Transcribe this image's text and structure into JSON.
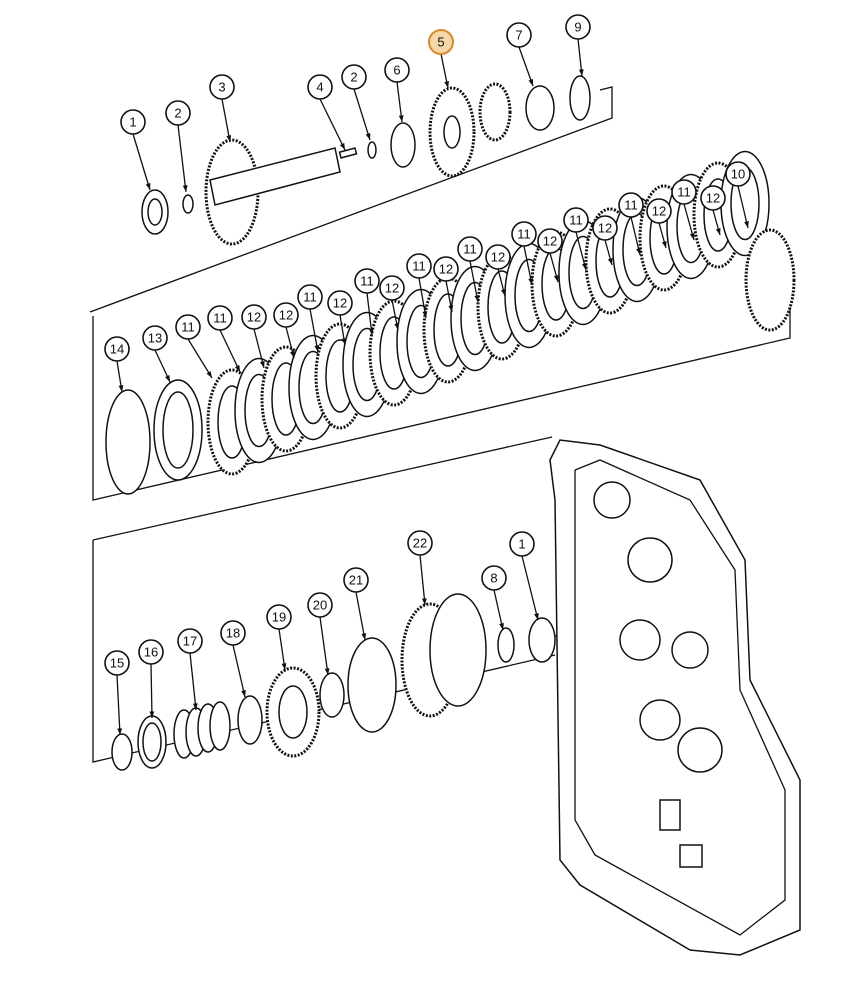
{
  "diagram": {
    "highlight_color": "#f6d8a8",
    "top_row_callouts": [
      "1",
      "2",
      "3",
      "4",
      "2",
      "6",
      "5",
      "7",
      "9"
    ],
    "highlighted_callout": "5",
    "middle_row_callouts": [
      "14",
      "13",
      "11",
      "11",
      "12",
      "12",
      "11",
      "12",
      "11",
      "12",
      "11",
      "12",
      "11",
      "12",
      "11",
      "12",
      "11",
      "12",
      "11",
      "12",
      "11",
      "12",
      "10"
    ],
    "bottom_row_callouts": [
      "15",
      "16",
      "17",
      "18",
      "19",
      "20",
      "21",
      "22",
      "8",
      "1"
    ]
  }
}
